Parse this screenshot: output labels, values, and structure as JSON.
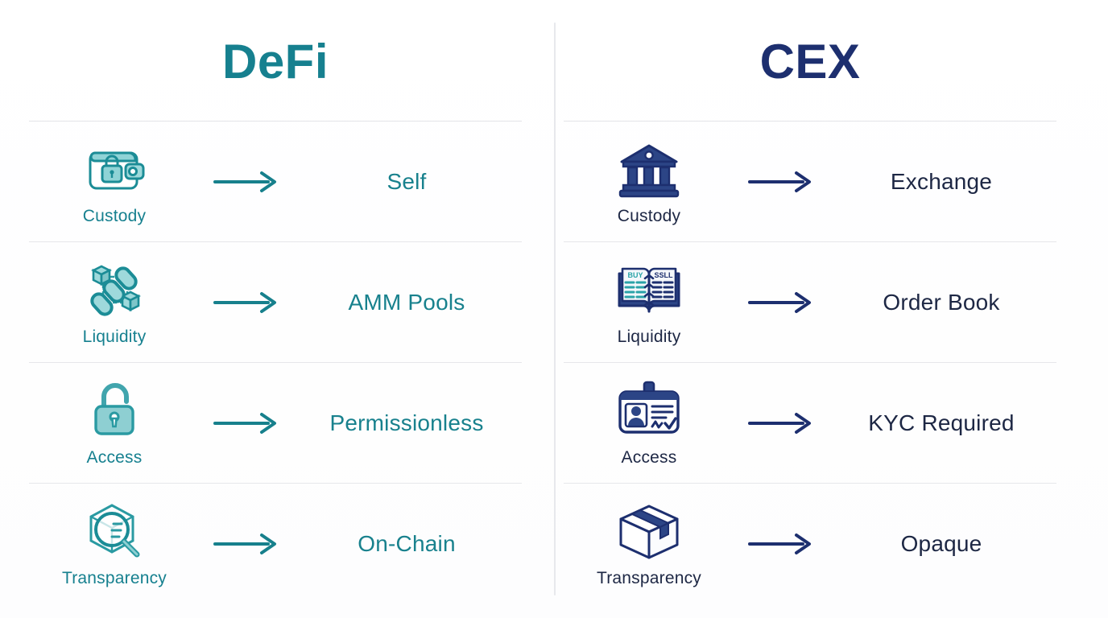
{
  "diagram": {
    "type": "comparison-table",
    "columns": [
      {
        "id": "defi",
        "title": "DeFi",
        "accent": "#16808f",
        "rows": [
          {
            "label": "Custody",
            "icon": "wallet-lock-icon",
            "value": "Self"
          },
          {
            "label": "Liquidity",
            "icon": "chain-blocks-icon",
            "value": "AMM Pools"
          },
          {
            "label": "Access",
            "icon": "open-padlock-icon",
            "value": "Permissionless"
          },
          {
            "label": "Transparency",
            "icon": "magnifier-block-icon",
            "value": "On-Chain"
          }
        ]
      },
      {
        "id": "cex",
        "title": "CEX",
        "accent": "#1d2f6f",
        "rows": [
          {
            "label": "Custody",
            "icon": "bank-building-icon",
            "value": "Exchange"
          },
          {
            "label": "Liquidity",
            "icon": "order-book-icon",
            "value": "Order Book"
          },
          {
            "label": "Access",
            "icon": "id-badge-icon",
            "value": "KYC Required"
          },
          {
            "label": "Transparency",
            "icon": "closed-box-icon",
            "value": "Opaque"
          }
        ]
      }
    ],
    "arrow_icon": "arrow-right-icon",
    "order_book_icon_text": {
      "buy": "BUY",
      "sell": "SSLL"
    },
    "colors": {
      "teal": "#16808f",
      "teal_light": "#7fc6c9",
      "navy": "#1d2f6f",
      "navy_dark": "#1d2744",
      "divider": "#e6e7ea",
      "background": "#ffffff"
    }
  }
}
